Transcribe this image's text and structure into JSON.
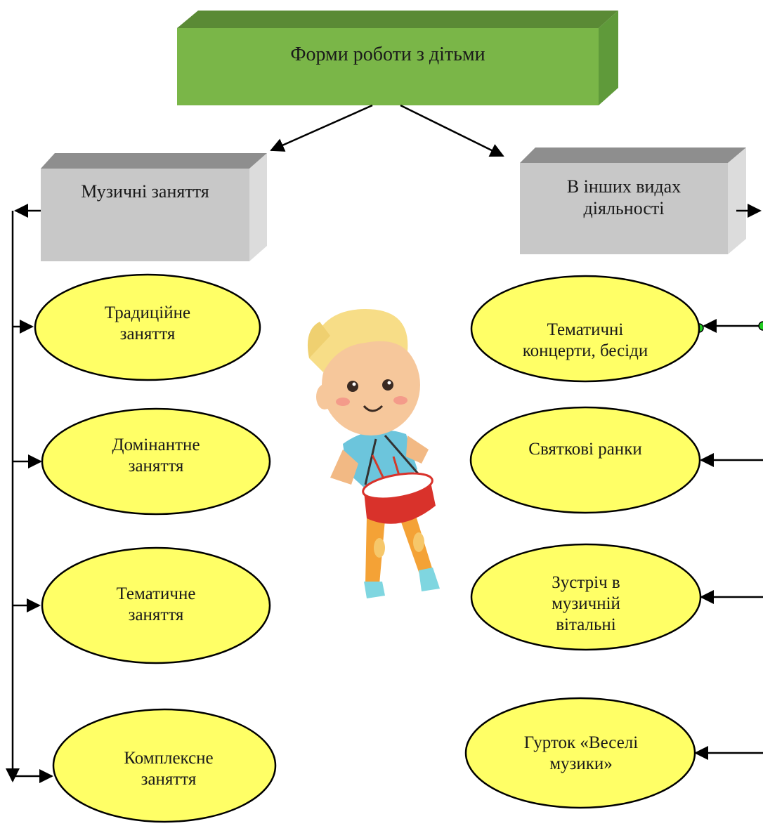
{
  "root": {
    "label": "Форми роботи з дітьми"
  },
  "categories": [
    {
      "label": "Музичні заняття"
    },
    {
      "label": "В інших видах діяльності"
    }
  ],
  "left_forms": [
    {
      "label": "Традиційне заняття"
    },
    {
      "label": "Домінантне заняття"
    },
    {
      "label": "Тематичне заняття"
    },
    {
      "label": "Комплексне заняття"
    }
  ],
  "right_forms": [
    {
      "label": "Тематичні концерти, бесіди"
    },
    {
      "label": "Святкові ранки"
    },
    {
      "label": "Зустріч в музичній вітальні"
    },
    {
      "label": "Гурток «Веселі музики»"
    }
  ],
  "colors": {
    "root_front": "#7ab648",
    "root_top": "#5a8a35",
    "root_side": "#5f9a3a",
    "category_front": "#c8c8c8",
    "category_top": "#8e8e8e",
    "category_side": "#dcdcdc",
    "oval_fill": "#ffff66",
    "oval_stroke": "#000000",
    "connector": "#000000",
    "marker": "#22cc22"
  },
  "illustration": "boy-playing-drum"
}
